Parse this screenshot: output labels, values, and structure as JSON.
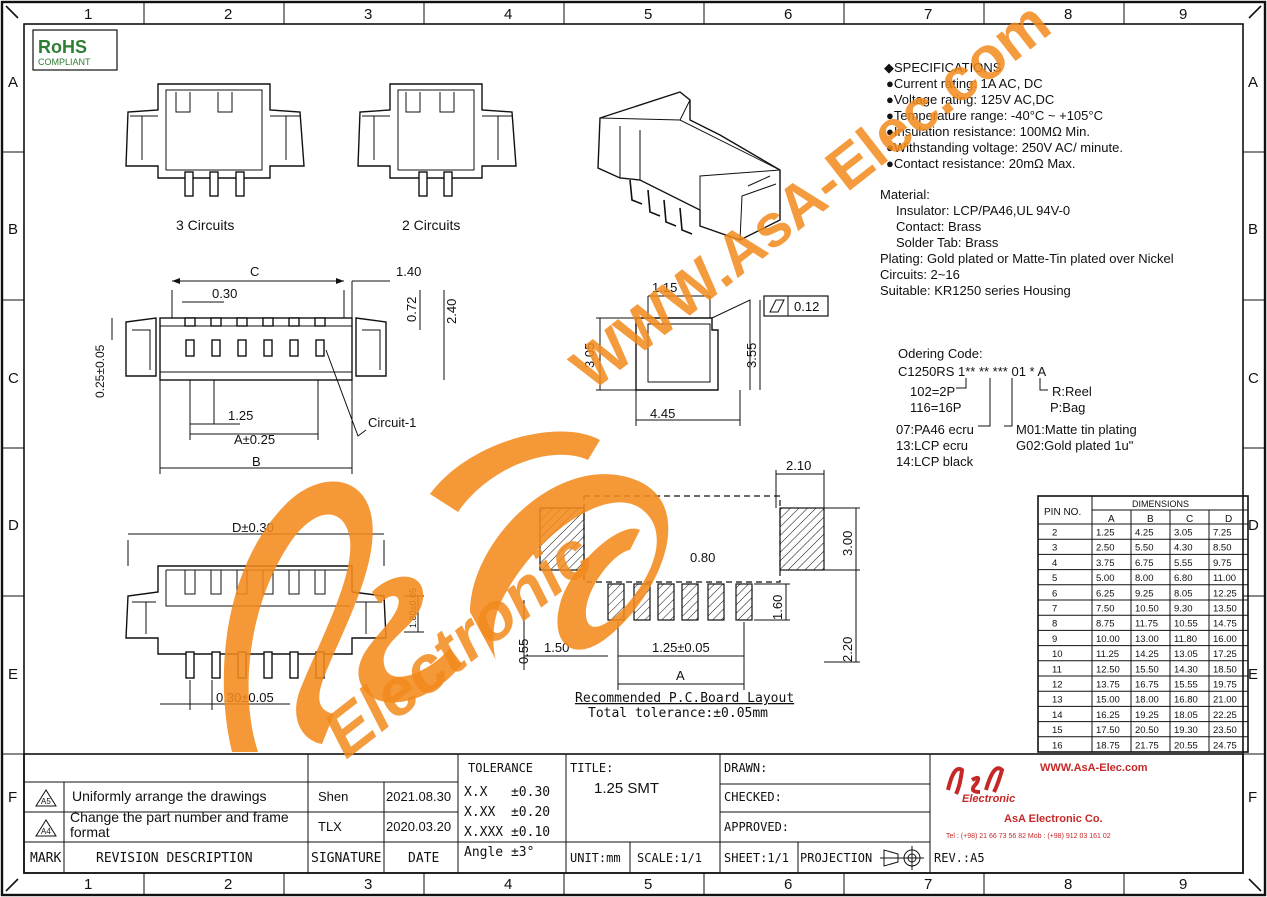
{
  "grid": {
    "columns": [
      "1",
      "2",
      "3",
      "4",
      "5",
      "6",
      "7",
      "8",
      "9"
    ],
    "rows": [
      "A",
      "B",
      "C",
      "D",
      "E",
      "F"
    ]
  },
  "badge": {
    "title": "RoHS",
    "subtitle": "COMPLIANT"
  },
  "views": {
    "three_circuits": "3 Circuits",
    "two_circuits": "2 Circuits"
  },
  "specs": {
    "heading": "◆SPECIFICATIONS",
    "lines": [
      "●Current rating: 1A AC, DC",
      "●Voltage rating: 125V AC,DC",
      "●Temperature range: -40°C ~ +105°C",
      "●Insulation resistance: 100MΩ Min.",
      "●Withstanding voltage: 250V AC/ minute.",
      "●Contact resistance: 20mΩ Max."
    ],
    "material_heading": "Material:",
    "material_lines": [
      "Insulator: LCP/PA46,UL 94V-0",
      "Contact: Brass",
      "Solder Tab: Brass"
    ],
    "plating": "Plating: Gold plated or Matte-Tin plated over Nickel",
    "circuits": "Circuits: 2~16",
    "suitable": "Suitable: KR1250 series Housing"
  },
  "ordering": {
    "heading": "Odering Code:",
    "code": "C1250RS 1** ** *** 01 * A",
    "pins": [
      "102=2P",
      "116=16P"
    ],
    "packing": [
      "R:Reel",
      "P:Bag"
    ],
    "materials": [
      "07:PA46 ecru",
      "13:LCP ecru",
      "14:LCP black"
    ],
    "platings": [
      "M01:Matte tin plating",
      "G02:Gold plated 1u\""
    ]
  },
  "dims": {
    "c": "C",
    "d030": "0.30",
    "d140": "1.40",
    "d072": "0.72",
    "d240": "2.40",
    "d025": "0.25±0.05",
    "d125": "1.25",
    "a025": "A±0.25",
    "b": "B",
    "circuit1": "Circuit-1",
    "d115": "1.15",
    "flat": "0.12",
    "d305": "3.05",
    "d355": "3.55",
    "d445": "4.45",
    "dpm": "D±0.30",
    "d180": "1.80±0.05",
    "d030b": "0.30±0.05",
    "d210": "2.10",
    "d300": "3.00",
    "d080": "0.80",
    "d160": "1.60",
    "d150": "1.50",
    "d055": "0.55",
    "d125b": "1.25±0.05",
    "pa": "A",
    "d220": "2.20"
  },
  "pcb": {
    "title": "Recommended P.C.Board Layout",
    "tolerance": "Total tolerance:±0.05mm"
  },
  "dim_table": {
    "pin_header": "PIN NO.",
    "group_header": "DIMENSIONS",
    "columns": [
      "A",
      "B",
      "C",
      "D"
    ],
    "rows": [
      [
        "2",
        "1.25",
        "4.25",
        "3.05",
        "7.25"
      ],
      [
        "3",
        "2.50",
        "5.50",
        "4.30",
        "8.50"
      ],
      [
        "4",
        "3.75",
        "6.75",
        "5.55",
        "9.75"
      ],
      [
        "5",
        "5.00",
        "8.00",
        "6.80",
        "11.00"
      ],
      [
        "6",
        "6.25",
        "9.25",
        "8.05",
        "12.25"
      ],
      [
        "7",
        "7.50",
        "10.50",
        "9.30",
        "13.50"
      ],
      [
        "8",
        "8.75",
        "11.75",
        "10.55",
        "14.75"
      ],
      [
        "9",
        "10.00",
        "13.00",
        "11.80",
        "16.00"
      ],
      [
        "10",
        "11.25",
        "14.25",
        "13.05",
        "17.25"
      ],
      [
        "11",
        "12.50",
        "15.50",
        "14.30",
        "18.50"
      ],
      [
        "12",
        "13.75",
        "16.75",
        "15.55",
        "19.75"
      ],
      [
        "13",
        "15.00",
        "18.00",
        "16.80",
        "21.00"
      ],
      [
        "14",
        "16.25",
        "19.25",
        "18.05",
        "22.25"
      ],
      [
        "15",
        "17.50",
        "20.50",
        "19.30",
        "23.50"
      ],
      [
        "16",
        "18.75",
        "21.75",
        "20.55",
        "24.75"
      ]
    ]
  },
  "title_block": {
    "revisions": [
      {
        "mark": "A5",
        "description": "Uniformly arrange the drawings",
        "signature": "Shen",
        "date": "2021.08.30"
      },
      {
        "mark": "A4",
        "description": "Change the part number and frame format",
        "signature": "TLX",
        "date": "2020.03.20"
      }
    ],
    "headers": {
      "mark": "MARK",
      "revision": "REVISION DESCRIPTION",
      "signature": "SIGNATURE",
      "date": "DATE"
    },
    "tolerance": {
      "label": "TOLERANCE",
      "lines": [
        "X.X   ±0.30",
        "X.XX  ±0.20",
        "X.XXX ±0.10"
      ],
      "angle": "Angle ±3°"
    },
    "title_label": "TITLE:",
    "title": "1.25 SMT",
    "drawn": "DRAWN:",
    "checked": "CHECKED:",
    "approved": "APPROVED:",
    "unit": "UNIT:mm",
    "scale": "SCALE:1/1",
    "sheet": "SHEET:1/1",
    "projection": "PROJECTION",
    "rev": "REV.:A5",
    "company": {
      "url": "WWW.AsA-Elec.com",
      "logo_word": "Electronic",
      "name": "AsA Electronic Co.",
      "phone": "Tel : (+98) 21 66 73 56 82 Mob : (+98) 912 03 161 02"
    }
  },
  "watermark": {
    "url": "WWW.AsA-Elec.com",
    "word": "Electronic"
  },
  "colors": {
    "watermark": "#f28a1c",
    "logo_green": "#2e7d32",
    "logo_red": "#c62828"
  }
}
